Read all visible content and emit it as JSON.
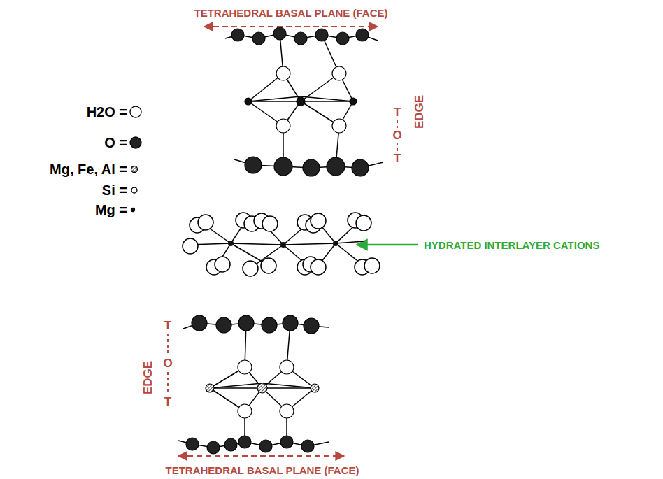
{
  "diagram": {
    "labels": [
      "TETRAHEDRAL BASAL PLANE (FACE)",
      "T",
      "O",
      "T",
      "EDGE",
      "HYDRATED INTERLAYER CATIONS",
      "T",
      "O",
      "T",
      "EDGE",
      "TETRAHEDRAL BASAL PLANE (FACE)"
    ],
    "legend": [
      {
        "text": "H2O ="
      },
      {
        "text": "O ="
      },
      {
        "text": "Mg, Fe, Al ="
      },
      {
        "text": "Si ="
      },
      {
        "text": "Mg ="
      }
    ]
  }
}
